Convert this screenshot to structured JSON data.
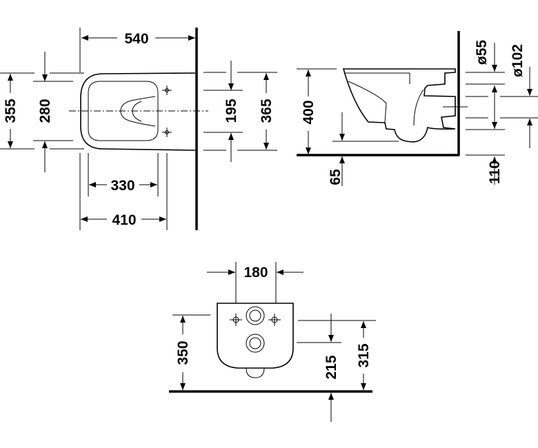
{
  "top_view": {
    "width_540": "540",
    "depth_355": "355",
    "inner_280": "280",
    "fix_195": "195",
    "wall_365": "365",
    "inner_330": "330",
    "seat_410": "410"
  },
  "side_view": {
    "height_400": "400",
    "rim_65": "65",
    "dia_55": "ø55",
    "dia_102": "ø102",
    "outlet_110": "110"
  },
  "front_view": {
    "fix_180": "180",
    "height_350": "350",
    "outlet_215": "215",
    "inlet_315": "315"
  }
}
